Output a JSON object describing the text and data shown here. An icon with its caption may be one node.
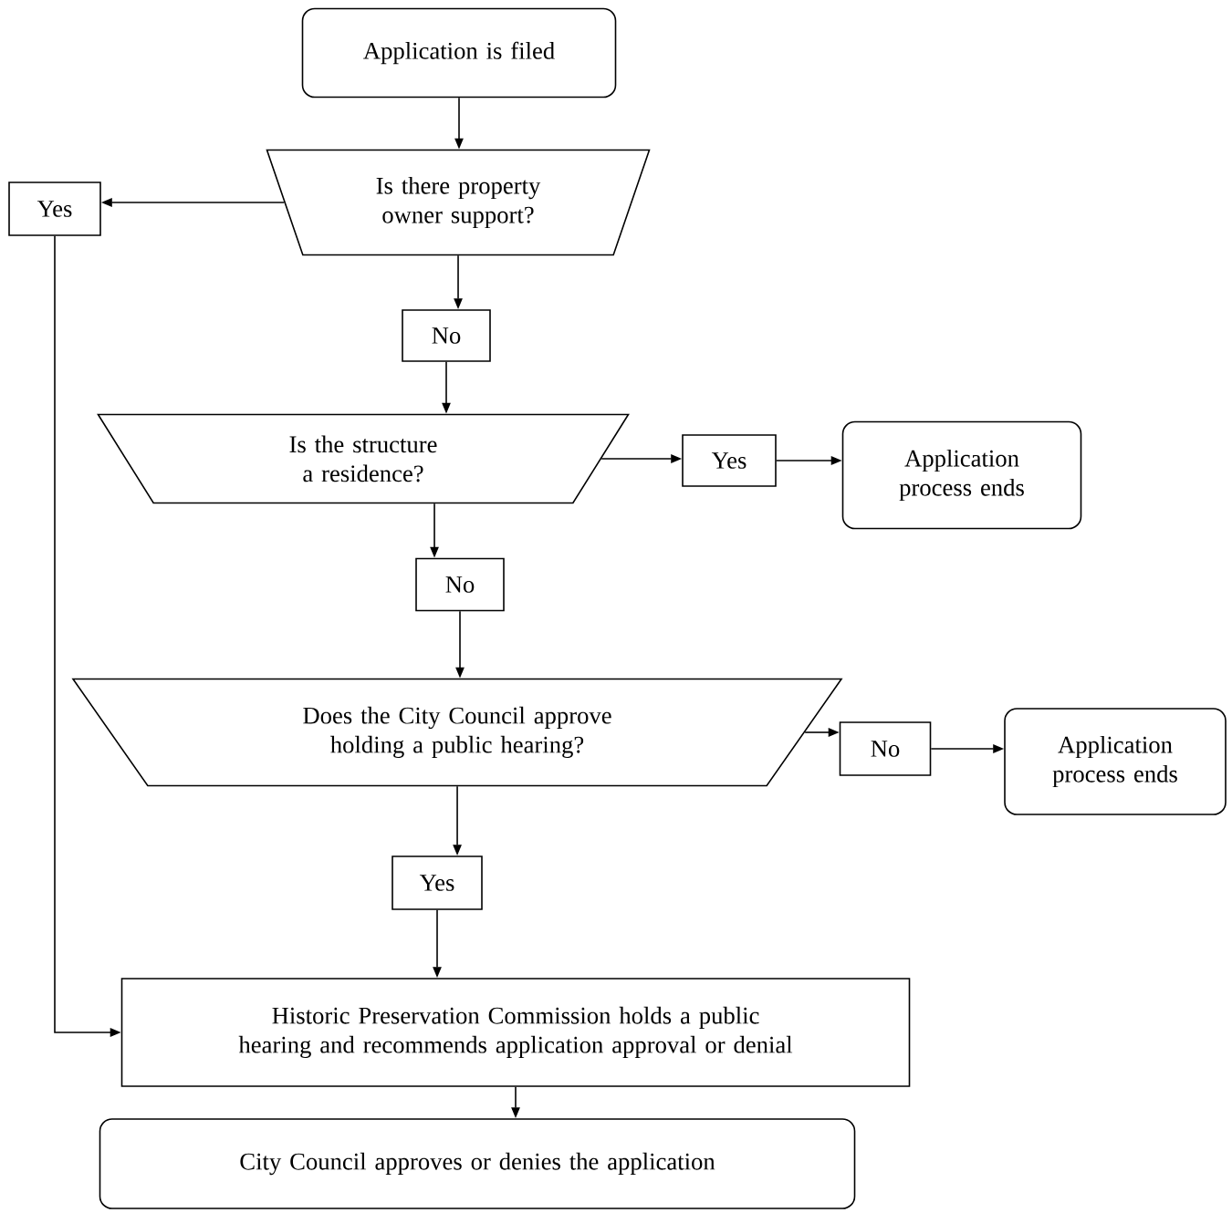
{
  "diagram": {
    "nodes": [
      {
        "text": [
          "Application is filed"
        ]
      },
      {
        "text": [
          "Is there property owner support?"
        ]
      },
      {
        "text": [
          "Yes"
        ]
      },
      {
        "text": [
          "No"
        ]
      },
      {
        "text": [
          "Is the structure a residence?"
        ]
      },
      {
        "text": [
          "Yes"
        ]
      },
      {
        "text": [
          "Application process ends"
        ]
      },
      {
        "text": [
          "No"
        ]
      },
      {
        "text": [
          "Does the City Council approve holding a public hearing?"
        ]
      },
      {
        "text": [
          "No"
        ]
      },
      {
        "text": [
          "Application process ends"
        ]
      },
      {
        "text": [
          "Yes"
        ]
      },
      {
        "text": [
          "Historic Preservation Commission holds a public hearing and recommends application approval or denial"
        ]
      },
      {
        "text": [
          "City Council approves or denies the application"
        ]
      }
    ],
    "edges": [
      {
        "from": 0,
        "to": 1,
        "arrow": "to"
      },
      {
        "from": 1,
        "to": 2,
        "arrow": "to"
      },
      {
        "from": 1,
        "to": 3,
        "arrow": "to"
      },
      {
        "from": 3,
        "to": 4,
        "arrow": "to"
      },
      {
        "from": 4,
        "to": 5,
        "arrow": "to"
      },
      {
        "from": 5,
        "to": 6,
        "arrow": "to"
      },
      {
        "from": 4,
        "to": 7,
        "arrow": "to"
      },
      {
        "from": 7,
        "to": 8,
        "arrow": "to"
      },
      {
        "from": 8,
        "to": 9,
        "arrow": "to"
      },
      {
        "from": 9,
        "to": 10,
        "arrow": "to"
      },
      {
        "from": 8,
        "to": 11,
        "arrow": "to"
      },
      {
        "from": 11,
        "to": 12,
        "arrow": "to"
      },
      {
        "from": 12,
        "to": 13,
        "arrow": "to"
      },
      {
        "from": 2,
        "to": 12,
        "arrow": "to"
      }
    ]
  }
}
